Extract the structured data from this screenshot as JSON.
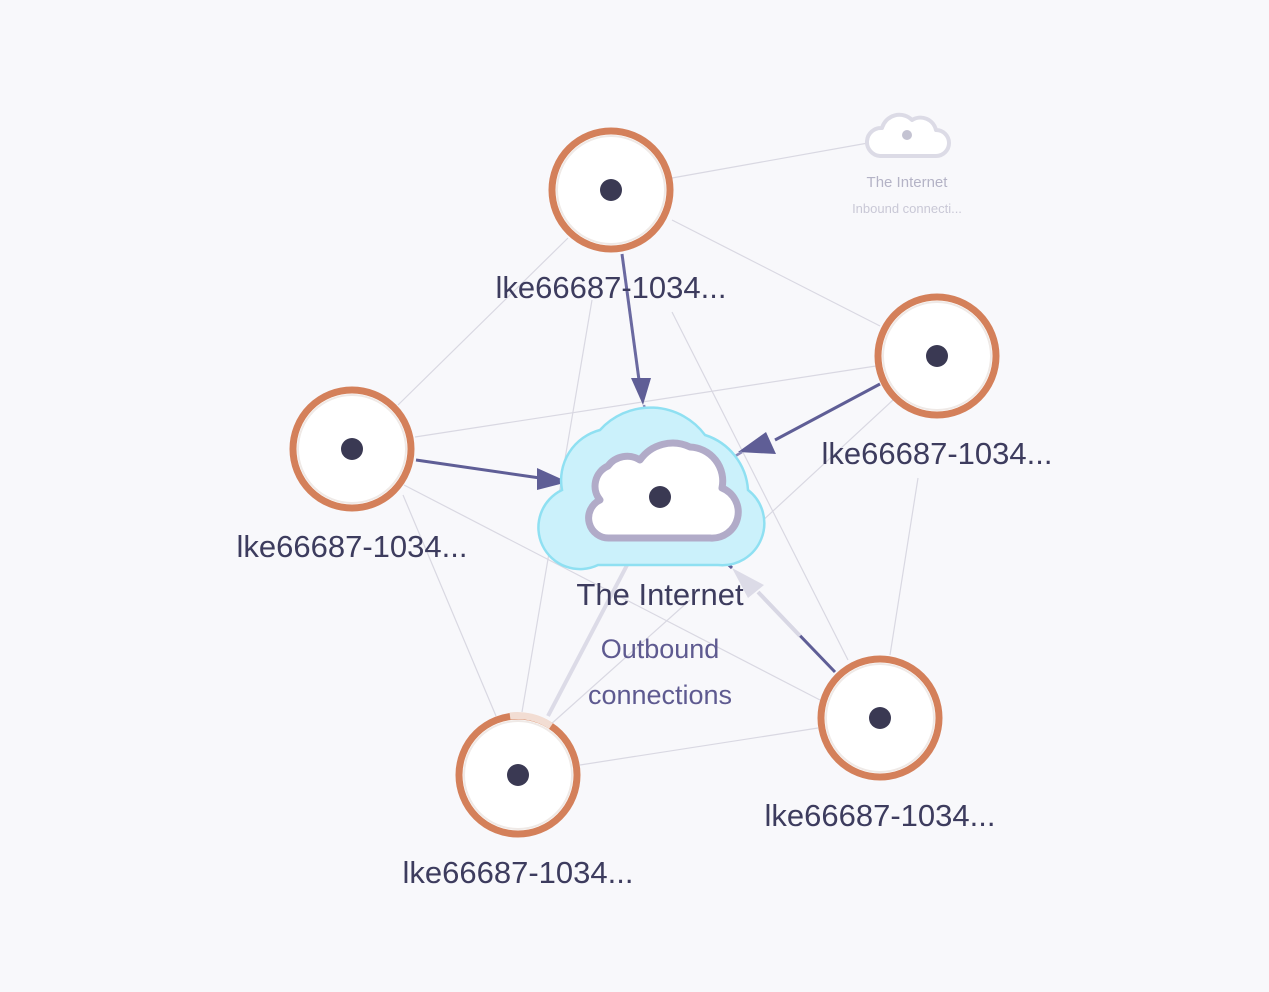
{
  "graph": {
    "internet_node": {
      "title": "The Internet",
      "subtitle_line1": "Outbound",
      "subtitle_line2": "connections"
    },
    "internet_inbound_node": {
      "title": "The Internet",
      "subtitle": "Inbound connecti..."
    },
    "hosts": [
      {
        "label": "lke66687-1034..."
      },
      {
        "label": "lke66687-1034..."
      },
      {
        "label": "lke66687-1034..."
      },
      {
        "label": "lke66687-1034..."
      },
      {
        "label": "lke66687-1034..."
      }
    ],
    "colors": {
      "background": "#f8f8fb",
      "node_ring": "#d4805a",
      "node_fill": "#ffffff",
      "node_dot": "#3a3953",
      "edge_active": "#5f5e96",
      "edge_faint": "#d6d5df",
      "cloud_halo": "#c9f1fb",
      "cloud_halo_stroke": "#7fdcef",
      "cloud_outline": "#b4afc9"
    }
  }
}
